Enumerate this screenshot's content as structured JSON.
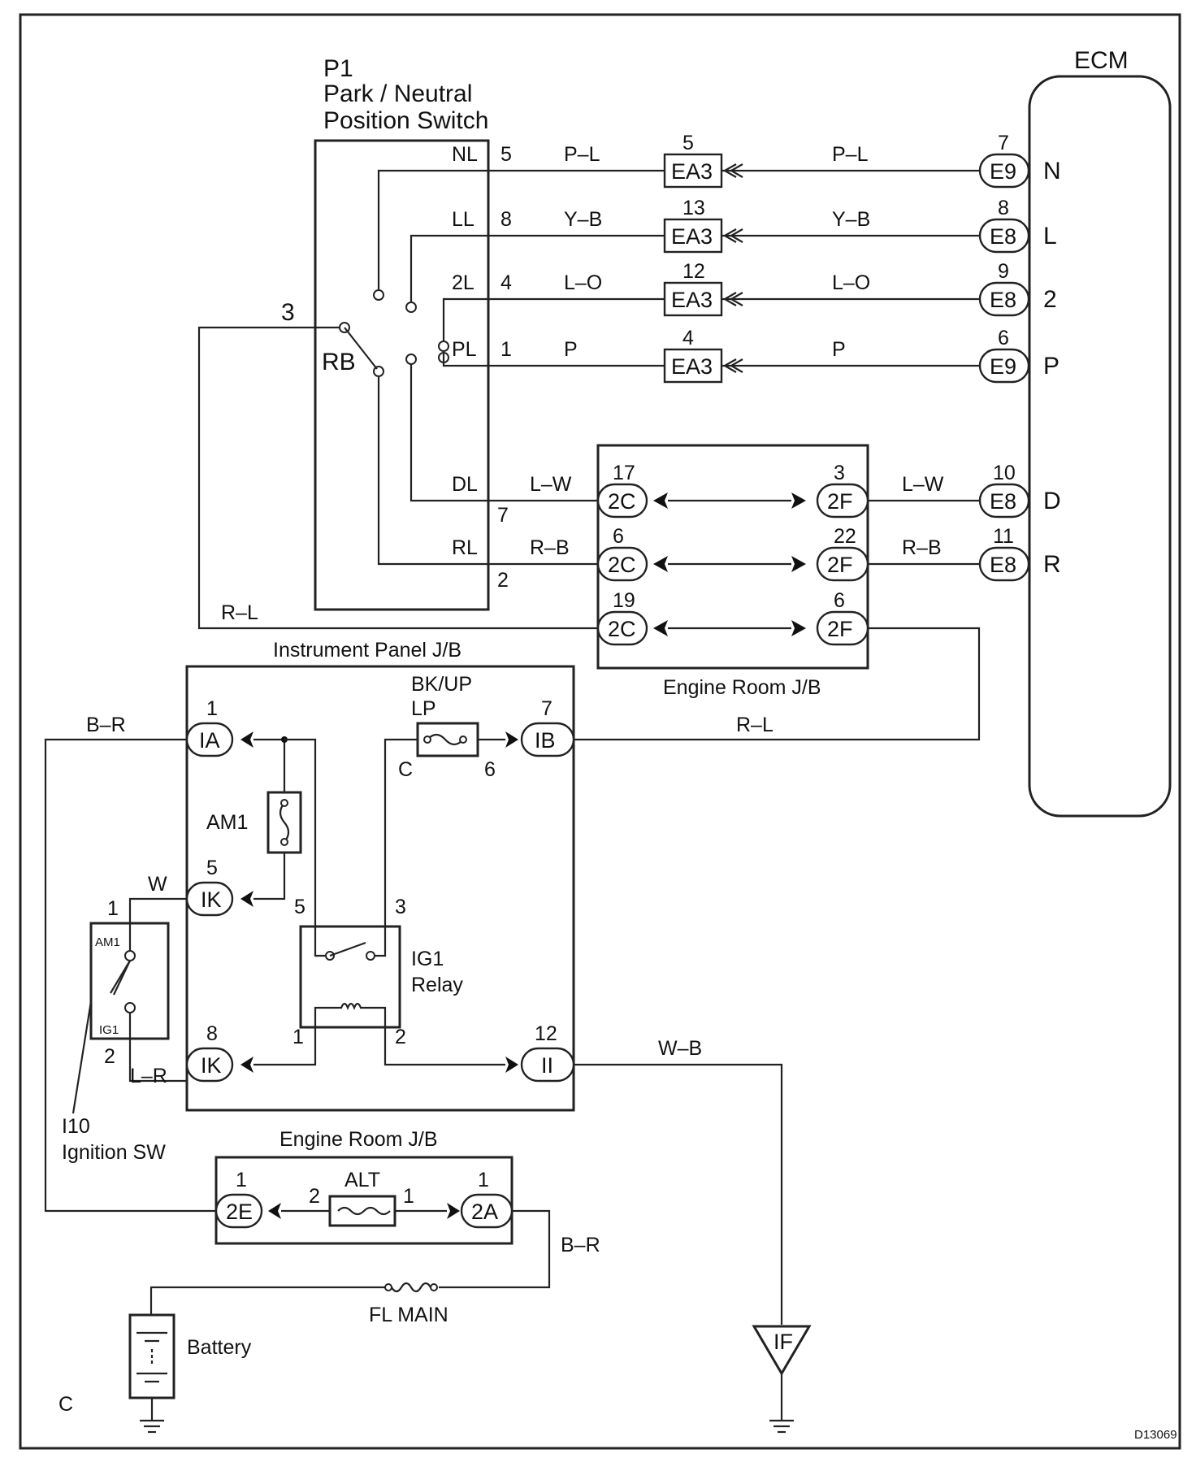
{
  "ecm": {
    "title": "ECM"
  },
  "p1": {
    "id": "P1",
    "name1": "Park / Neutral",
    "name2": "Position Switch",
    "rb": "RB",
    "pin_rb": "3",
    "pin_rl_out": "R–L"
  },
  "circuits": [
    {
      "term": "NL",
      "pin": "5",
      "wire": "P–L",
      "conn": "EA3",
      "conn_pin": "5",
      "wire2": "P–L",
      "ecm_conn": "E9",
      "ecm_pin": "7",
      "ecm_term": "N"
    },
    {
      "term": "LL",
      "pin": "8",
      "wire": "Y–B",
      "conn": "EA3",
      "conn_pin": "13",
      "wire2": "Y–B",
      "ecm_conn": "E8",
      "ecm_pin": "8",
      "ecm_term": "L"
    },
    {
      "term": "2L",
      "pin": "4",
      "wire": "L–O",
      "conn": "EA3",
      "conn_pin": "12",
      "wire2": "L–O",
      "ecm_conn": "E8",
      "ecm_pin": "9",
      "ecm_term": "2"
    },
    {
      "term": "PL",
      "pin": "1",
      "wire": "P",
      "conn": "EA3",
      "conn_pin": "4",
      "wire2": "P",
      "ecm_conn": "E9",
      "ecm_pin": "6",
      "ecm_term": "P"
    }
  ],
  "jb_circuits": [
    {
      "term": "DL",
      "pin": "7",
      "wire": "L–W",
      "left": "2C",
      "left_pin": "17",
      "right": "2F",
      "right_pin": "3",
      "wire2": "L–W",
      "ecm_conn": "E8",
      "ecm_pin": "10",
      "ecm_term": "D"
    },
    {
      "term": "RL",
      "pin": "2",
      "wire": "R–B",
      "left": "2C",
      "left_pin": "6",
      "right": "2F",
      "right_pin": "22",
      "wire2": "R–B",
      "ecm_conn": "E8",
      "ecm_pin": "11",
      "ecm_term": "R"
    },
    {
      "term": "",
      "pin": "",
      "wire": "",
      "left": "2C",
      "left_pin": "19",
      "right": "2F",
      "right_pin": "6",
      "wire2": "",
      "ecm_conn": "",
      "ecm_pin": "",
      "ecm_term": ""
    }
  ],
  "engine_room_jb": {
    "label": "Engine Room J/B"
  },
  "instrument_panel_jb": {
    "label": "Instrument Panel J/B",
    "ia": "IA",
    "ia_pin": "1",
    "ib": "IB",
    "ib_pin": "7",
    "ik_top": "IK",
    "ik_top_pin": "5",
    "ik_bot": "IK",
    "ik_bot_pin": "8",
    "ii": "II",
    "ii_pin": "12",
    "am1": "AM1",
    "fuse_name1": "BK/UP",
    "fuse_name2": "LP",
    "fuse_c": "C",
    "fuse_pin": "6",
    "relay1": "IG1",
    "relay2": "Relay",
    "relay_pin5": "5",
    "relay_pin3": "3",
    "relay_pin1": "1",
    "relay_pin2": "2"
  },
  "wires": {
    "br": "B–R",
    "rl": "R–L",
    "w": "W",
    "lr": "L–R",
    "wb": "W–B",
    "br2": "B–R"
  },
  "ignition": {
    "id": "I10",
    "name": "Ignition SW",
    "am1": "AM1",
    "ig1": "IG1",
    "pin1": "1",
    "pin2": "2"
  },
  "engine_room_jb2": {
    "label": "Engine Room J/B",
    "left": "2E",
    "left_pin": "1",
    "alt_pin_l": "2",
    "alt": "ALT",
    "alt_pin_r": "1",
    "right": "2A",
    "right_pin": "1"
  },
  "fl_main": "FL MAIN",
  "battery": "Battery",
  "ground": "IF",
  "corner_c": "C",
  "code": "D13069"
}
